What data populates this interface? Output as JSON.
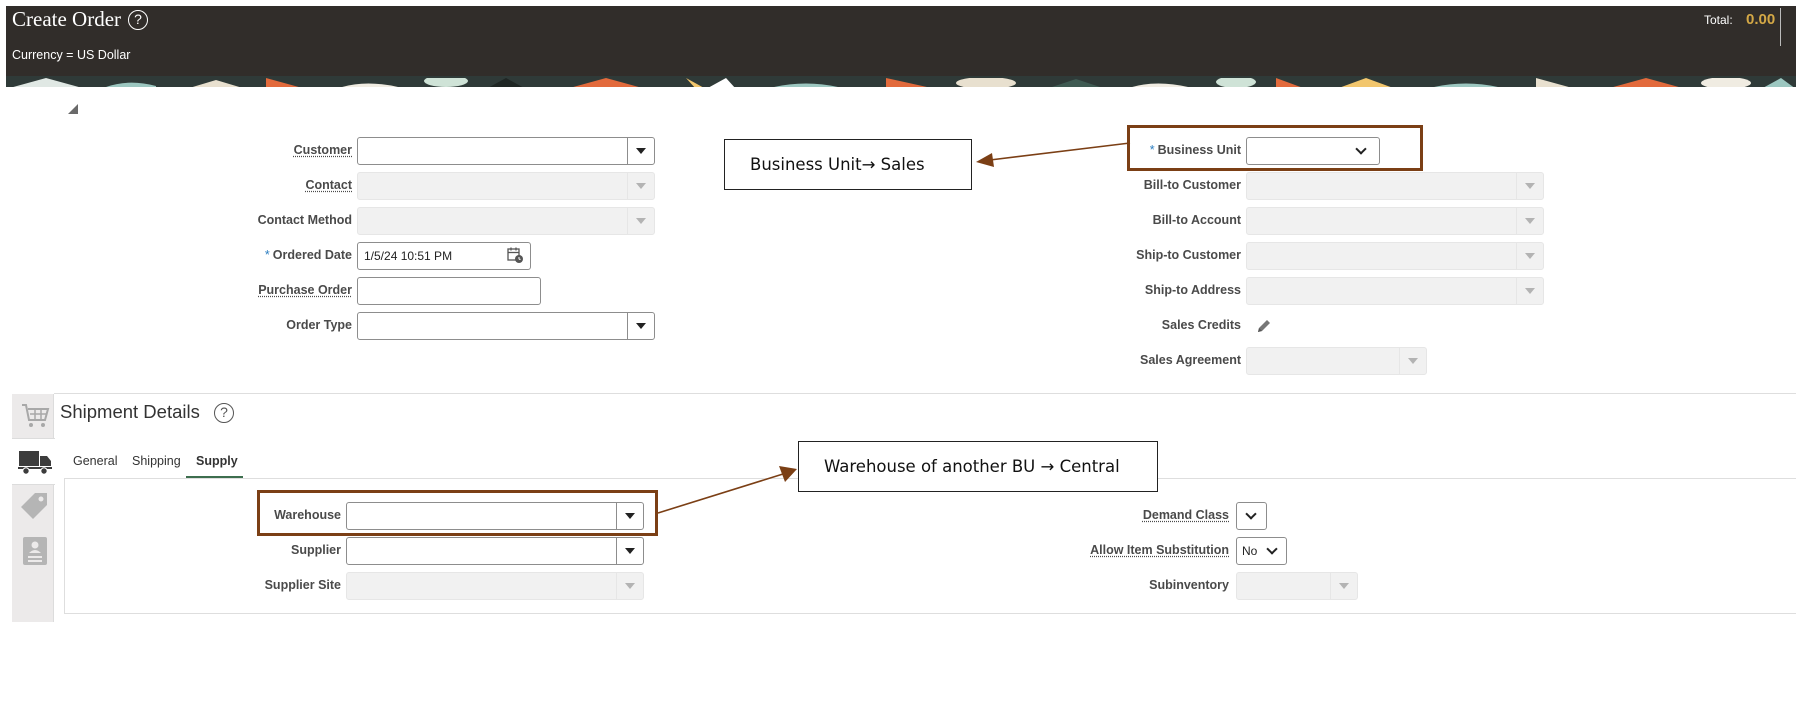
{
  "header": {
    "title": "Create Order",
    "currency": "Currency = US Dollar",
    "total_label": "Total:",
    "total_value": "0.00"
  },
  "order_form": {
    "customer_label": "Customer",
    "contact_label": "Contact",
    "contact_method_label": "Contact Method",
    "ordered_date_label": "Ordered Date",
    "ordered_date_value": "1/5/24 10:51 PM",
    "purchase_order_label": "Purchase Order",
    "order_type_label": "Order Type",
    "business_unit_label": "Business Unit",
    "bill_to_customer_label": "Bill-to Customer",
    "bill_to_account_label": "Bill-to Account",
    "ship_to_customer_label": "Ship-to Customer",
    "ship_to_address_label": "Ship-to Address",
    "sales_credits_label": "Sales Credits",
    "sales_agreement_label": "Sales Agreement",
    "required_mark": "*"
  },
  "annotations": {
    "business_unit": "Business Unit→ Sales",
    "warehouse": "Warehouse of another BU → Central",
    "color": "#7b3f15"
  },
  "shipment": {
    "title": "Shipment Details",
    "tabs": [
      "General",
      "Shipping",
      "Supply"
    ],
    "selected_tab": "Supply",
    "warehouse_label": "Warehouse",
    "supplier_label": "Supplier",
    "supplier_site_label": "Supplier Site",
    "demand_class_label": "Demand Class",
    "allow_item_substitution_label": "Allow Item Substitution",
    "allow_item_substitution_value": "No",
    "subinventory_label": "Subinventory"
  },
  "side_tabs": [
    "cart-icon",
    "truck-icon",
    "price-tag-icon",
    "contact-card-icon"
  ],
  "colors": {
    "header_bg": "#312d2a",
    "total_accent": "#d4a846",
    "required": "#2b7dc0",
    "tab_active": "#3d6e4e"
  }
}
